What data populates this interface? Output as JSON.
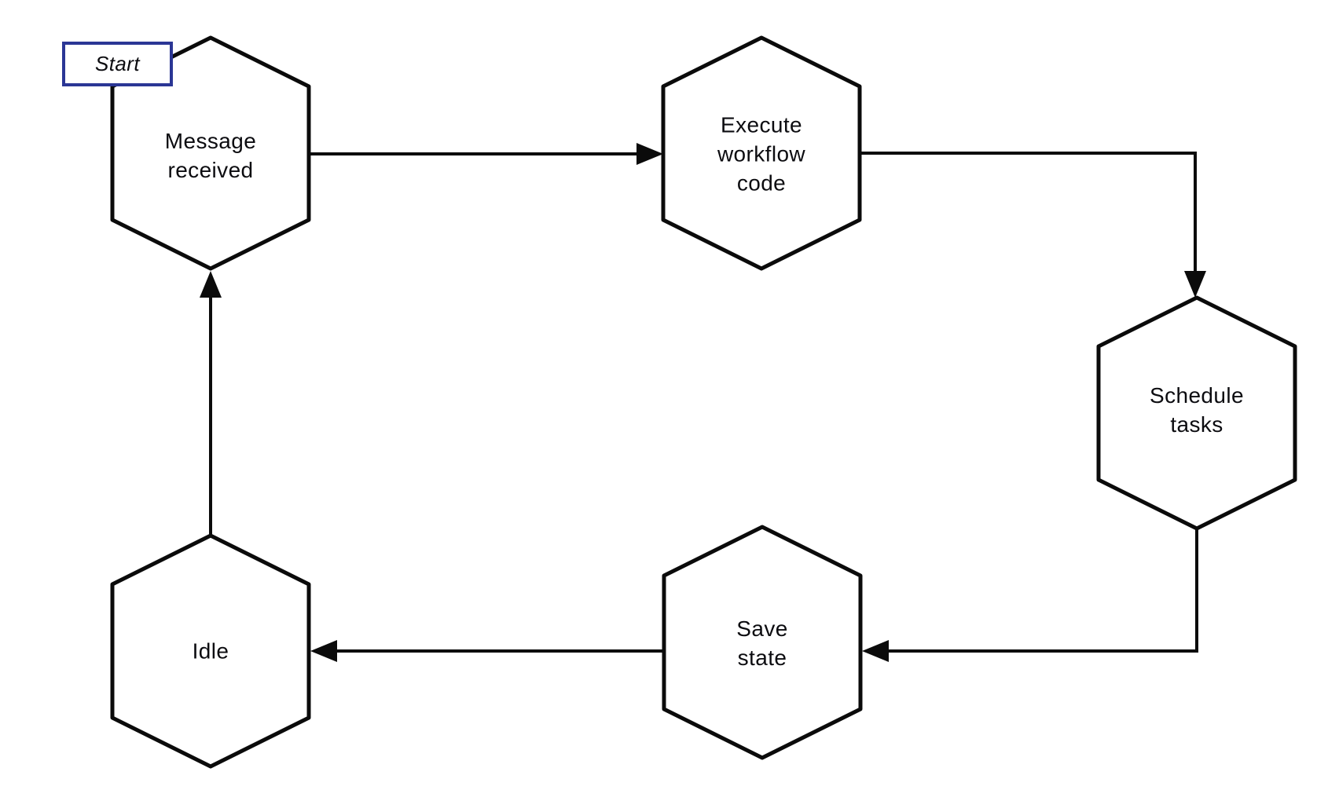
{
  "diagram": {
    "background_color": "#ffffff",
    "line_color": "#0b0b0b",
    "start_badge": {
      "label": "Start",
      "border_color": "#2b3695",
      "fill": "#ffffff",
      "text_style": "italic"
    },
    "nodes": [
      {
        "id": "message-received",
        "shape": "hexagon",
        "label": "Message\nreceived"
      },
      {
        "id": "execute-workflow-code",
        "shape": "hexagon",
        "label": "Execute\nworkflow\ncode"
      },
      {
        "id": "schedule-tasks",
        "shape": "hexagon",
        "label": "Schedule\ntasks"
      },
      {
        "id": "save-state",
        "shape": "hexagon",
        "label": "Save\nstate"
      },
      {
        "id": "idle",
        "shape": "hexagon",
        "label": "Idle"
      }
    ],
    "edges": [
      {
        "from": "message-received",
        "to": "execute-workflow-code",
        "arrow": "right"
      },
      {
        "from": "execute-workflow-code",
        "to": "schedule-tasks",
        "arrow": "down"
      },
      {
        "from": "schedule-tasks",
        "to": "save-state",
        "arrow": "left"
      },
      {
        "from": "save-state",
        "to": "idle",
        "arrow": "left"
      },
      {
        "from": "idle",
        "to": "message-received",
        "arrow": "up"
      }
    ]
  }
}
